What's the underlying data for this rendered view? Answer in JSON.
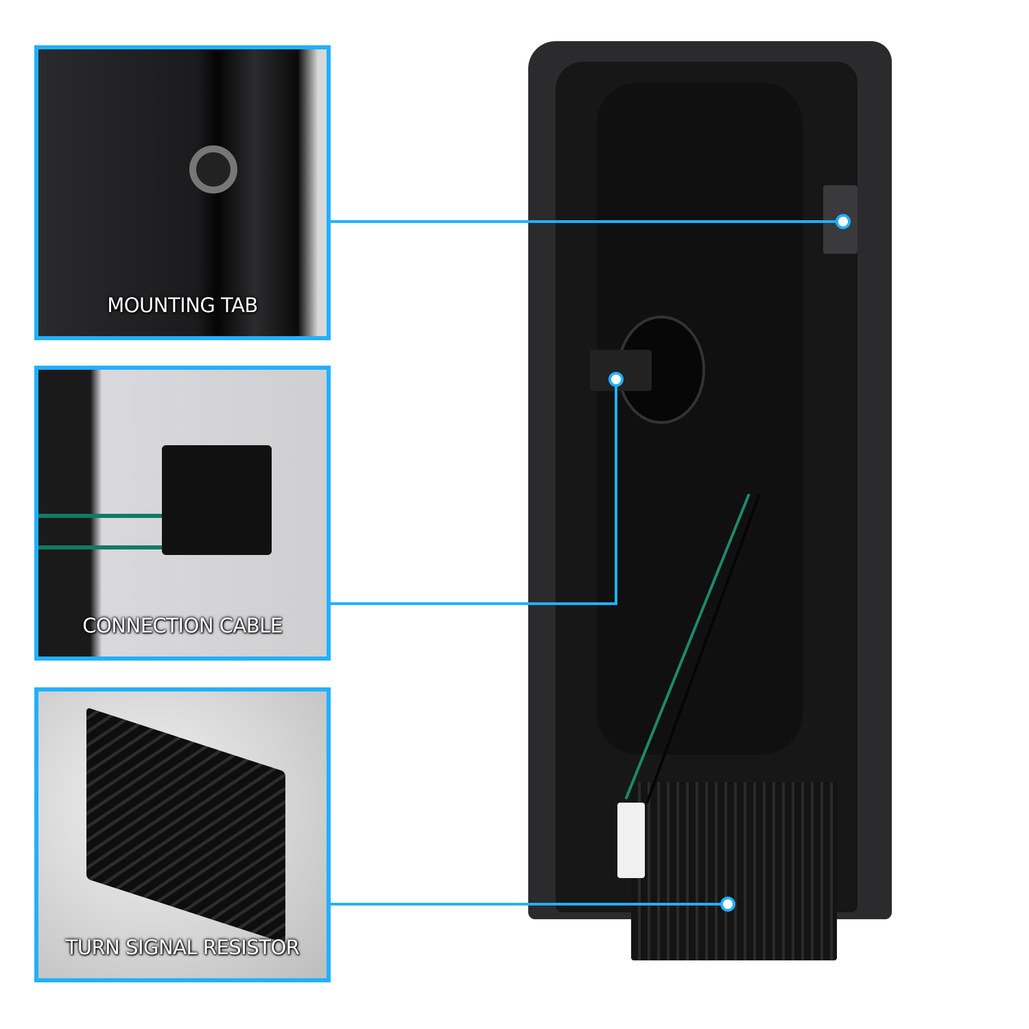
{
  "callouts": [
    {
      "label": "MOUNTING TAB"
    },
    {
      "label": "CONNECTION CABLE"
    },
    {
      "label": "TURN SIGNAL RESISTOR"
    }
  ],
  "colors": {
    "accent": "#22b0ff",
    "housing": "#1e1e20"
  }
}
